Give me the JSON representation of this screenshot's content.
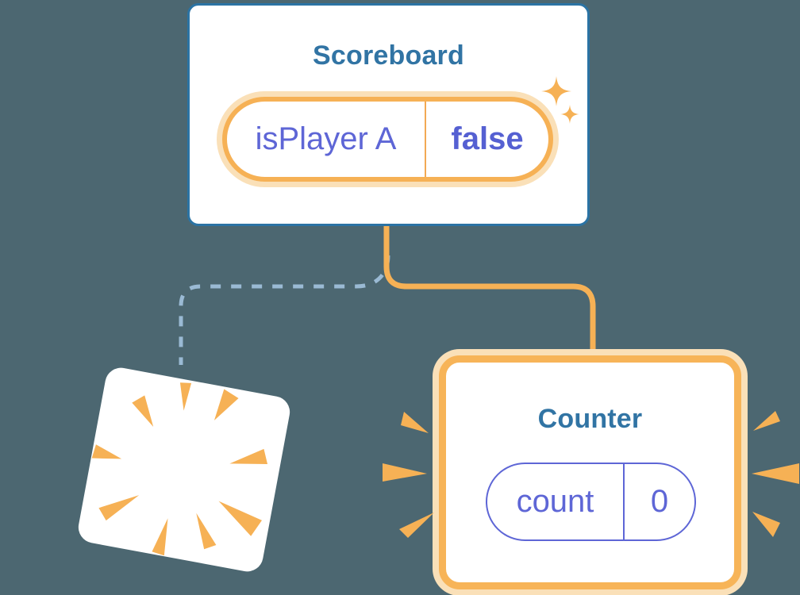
{
  "canvas": {
    "background": "#4C6771"
  },
  "scoreboard": {
    "title": "Scoreboard",
    "state": {
      "key": "isPlayer A",
      "value": "false"
    }
  },
  "counter": {
    "title": "Counter",
    "state": {
      "key": "count",
      "value": "0"
    }
  },
  "icons": {
    "sparkles": "sparkles-icon",
    "poof_burst": "poof-burst-icon",
    "emphasis_rays_left": "emphasis-rays-left-icon",
    "emphasis_rays_right": "emphasis-rays-right-icon"
  },
  "connectors": {
    "solid": "scoreboard-to-counter",
    "dashed": "scoreboard-to-removed-child"
  },
  "colors": {
    "background": "#4C6771",
    "card_border_blue": "#2B73A4",
    "title_blue": "#3174A4",
    "orange": "#F6B155",
    "orange_halo": "#FAE0B8",
    "purple": "#5E66D6",
    "dashed_line_blue": "#9ABAD4",
    "card_white": "#FFFFFF"
  }
}
